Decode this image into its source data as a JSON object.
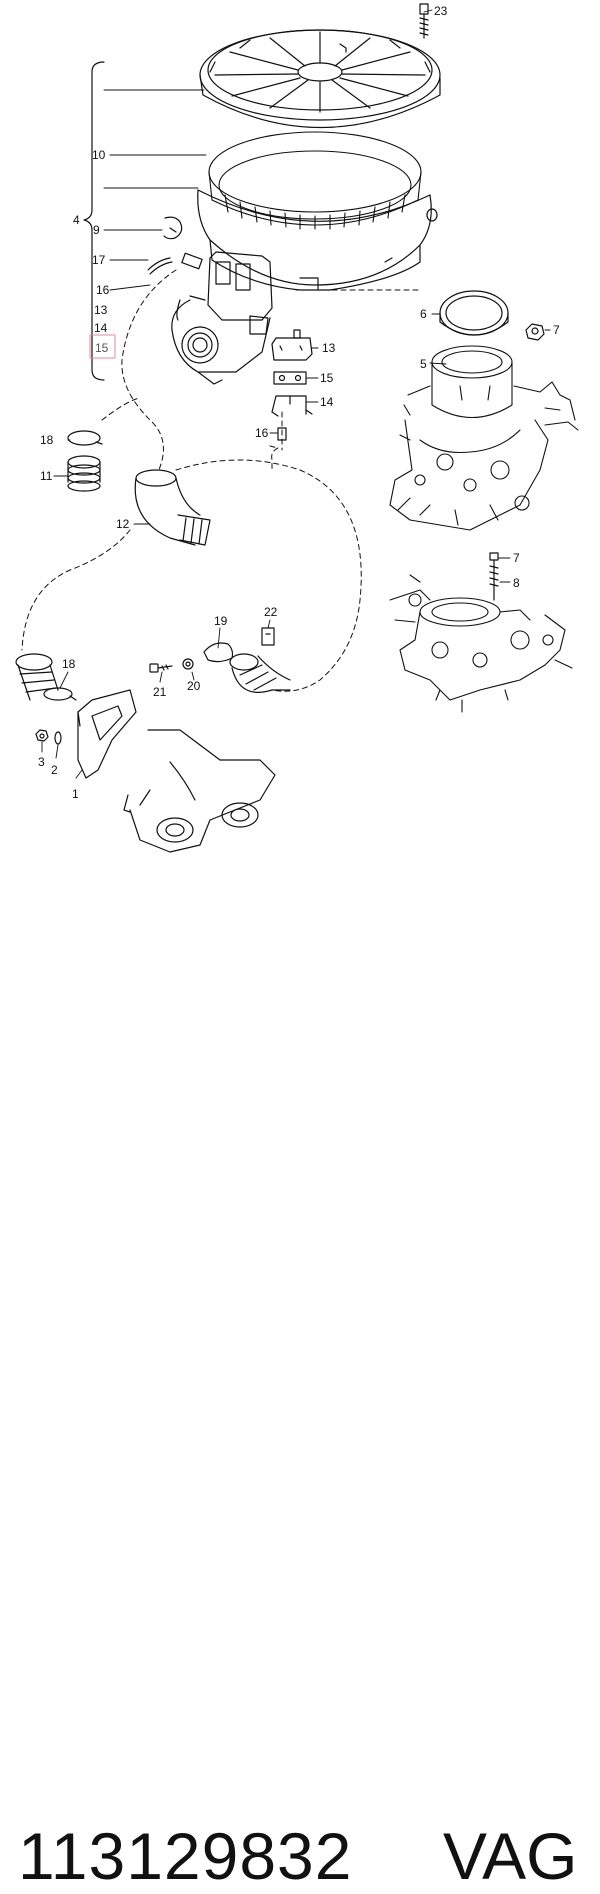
{
  "labels": {
    "n23": "23",
    "n10": "10",
    "n4": "4",
    "n9": "9",
    "n17": "17",
    "n16a": "16",
    "n13a": "13",
    "n14a": "14",
    "n15a": "15",
    "n6": "6",
    "n7a": "7",
    "n5": "5",
    "n13b": "13",
    "n15b": "15",
    "n14b": "14",
    "n16b": "16",
    "n18a": "18",
    "n11": "11",
    "n12": "12",
    "n7b": "7",
    "n8": "8",
    "n19": "19",
    "n22": "22",
    "n18b": "18",
    "n21": "21",
    "n20": "20",
    "n3": "3",
    "n2": "2",
    "n1": "1"
  },
  "footer": {
    "part_number": "113129832",
    "brand": "VAG"
  },
  "highlight_color": "#e48a9a"
}
